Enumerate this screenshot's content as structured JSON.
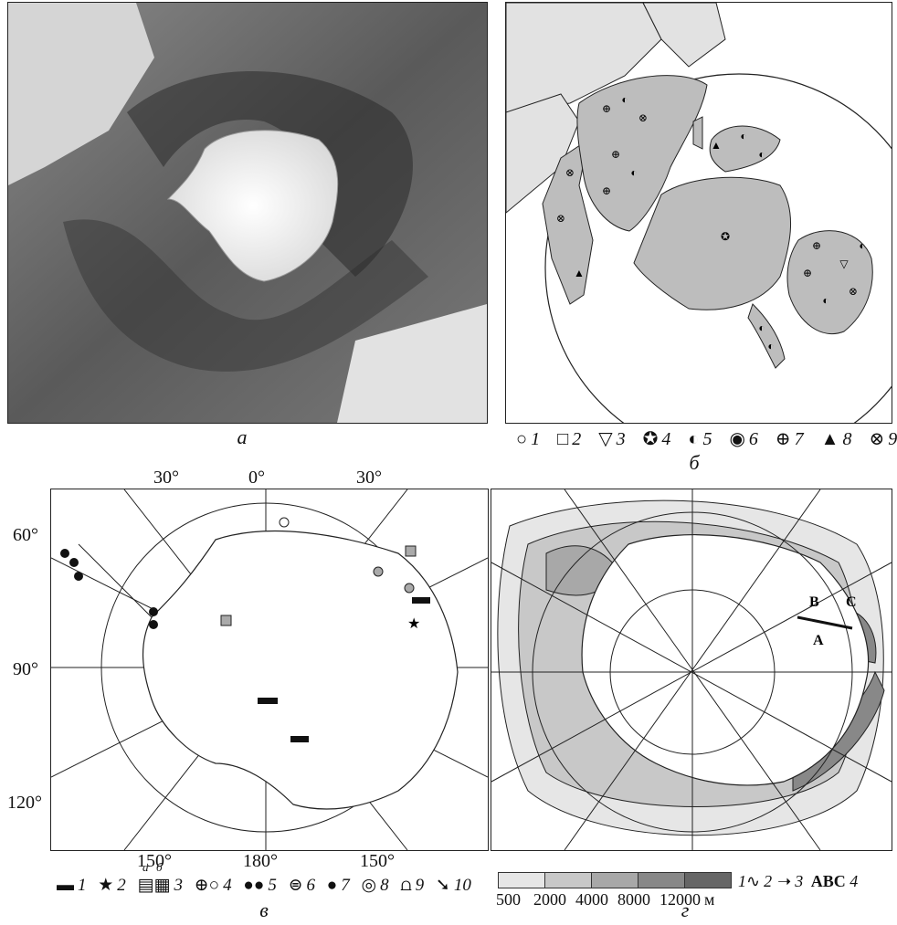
{
  "panels": {
    "a": {
      "label": "а"
    },
    "b": {
      "label": "б"
    },
    "v": {
      "label": "в"
    },
    "g": {
      "label": "г"
    }
  },
  "legend_b": [
    "1",
    "2",
    "3",
    "4",
    "5",
    "6",
    "7",
    "8",
    "9"
  ],
  "legend_v": [
    "1",
    "2",
    "3",
    "4",
    "5",
    "6",
    "7",
    "8",
    "9",
    "10"
  ],
  "legend_v_sub": {
    "a": "а",
    "b": "б"
  },
  "degrees_v": {
    "top_left": "30°",
    "top_mid": "0°",
    "top_right": "30°",
    "left_60": "60°",
    "left_90": "90°",
    "left_120": "120°",
    "bottom_left": "150°",
    "bottom_mid": "180°",
    "bottom_right": "150°"
  },
  "scale_g": {
    "values": [
      "500",
      "2000",
      "4000",
      "8000",
      "12000"
    ],
    "unit": "м",
    "colors": [
      "#e6e6e6",
      "#c8c8c8",
      "#a8a8a8",
      "#888888",
      "#666666"
    ],
    "legend_items": [
      "1",
      "2",
      "3",
      "4"
    ],
    "abc": {
      "A": "A",
      "B": "B",
      "C": "C"
    }
  },
  "colors": {
    "land_b": "#bdbdbd",
    "relief_dark": "#3a3a3a",
    "ice": "#f2f2f2"
  }
}
